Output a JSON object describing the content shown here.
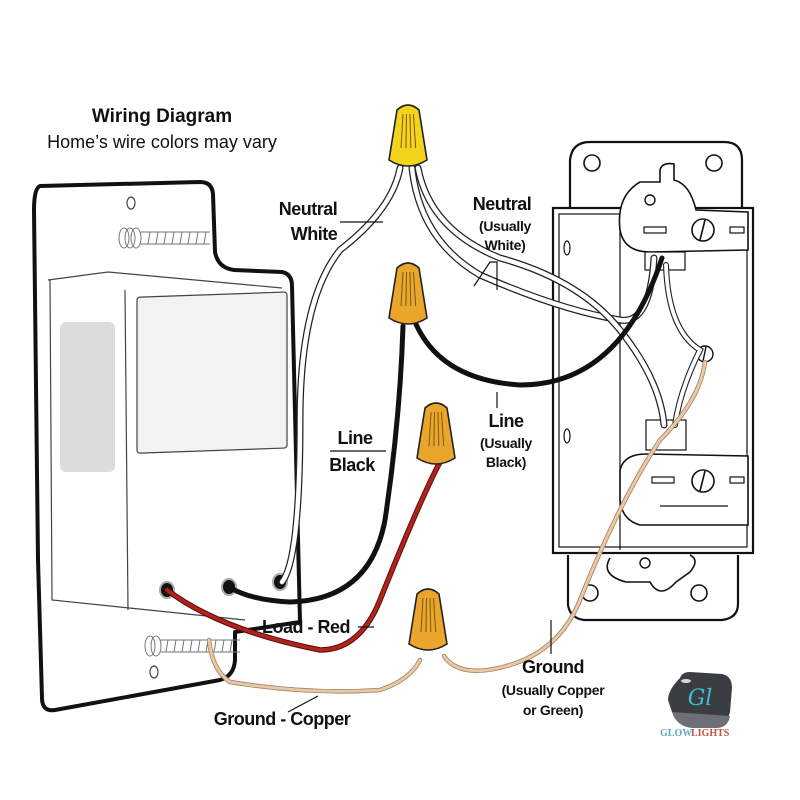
{
  "header": {
    "title": "Wiring Diagram",
    "subtitle": "Home’s wire colors may vary"
  },
  "labels": {
    "neutral_white": [
      "Neutral",
      "White"
    ],
    "neutral_usually": [
      "Neutral",
      "(Usually",
      "White)"
    ],
    "line_black": [
      "Line",
      "Black"
    ],
    "line_usually": [
      "Line",
      "(Usually",
      "Black)"
    ],
    "load_red": "Load - Red",
    "ground_copper": "Ground - Copper",
    "ground_usually": [
      "Ground",
      "(Usually Copper",
      "or Green)"
    ]
  },
  "components": {
    "smart_switch": "smart dimmer switch",
    "wall_box": "electrical wall box with existing switch",
    "wire_nuts": [
      {
        "name": "neutral-wire-nut",
        "color": "#f2d41c"
      },
      {
        "name": "line-wire-nut",
        "color": "#e9a52c"
      },
      {
        "name": "load-wire-nut",
        "color": "#e9a52c"
      },
      {
        "name": "ground-wire-nut",
        "color": "#e9a52c"
      }
    ]
  },
  "wire_colors": {
    "neutral": "#ffffff",
    "line": "#111111",
    "load": "#b0221c",
    "ground": "#d9b48f"
  },
  "logo": {
    "mark": "Gl",
    "word1": "GLOW",
    "word2": "LIGHTS",
    "color1": "#5fa8c0",
    "color2": "#c0533a",
    "mark_color": "#3cc0d0"
  }
}
